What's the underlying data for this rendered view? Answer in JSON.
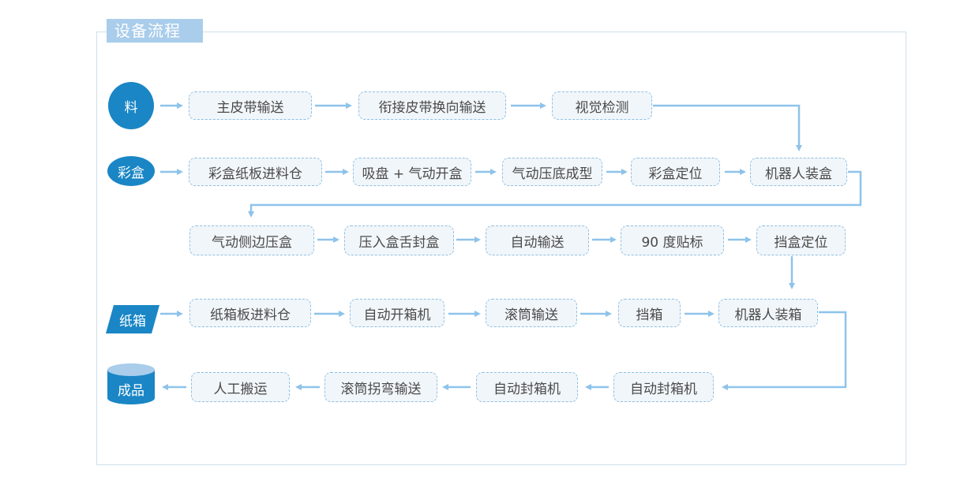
{
  "title": "设备流程",
  "row1": {
    "start": "料",
    "steps": [
      "主皮带输送",
      "衔接皮带换向输送",
      "视觉检测"
    ]
  },
  "row2": {
    "start": "彩盒",
    "steps": [
      "彩盒纸板进料仓",
      "吸盘 + 气动开盒",
      "气动压底成型",
      "彩盒定位",
      "机器人装盒"
    ]
  },
  "row3": {
    "steps": [
      "气动侧边压盒",
      "压入盒舌封盒",
      "自动输送",
      "90 度贴标",
      "挡盒定位"
    ]
  },
  "row4": {
    "start": "纸箱",
    "steps": [
      "纸箱板进料仓",
      "自动开箱机",
      "滚筒输送",
      "挡箱",
      "机器人装箱"
    ]
  },
  "row5": {
    "end": "成品",
    "steps": [
      "人工搬运",
      "滚筒拐弯输送",
      "自动封箱机",
      "自动封箱机"
    ]
  },
  "colors": {
    "accent": "#1a86c5",
    "arrow": "#8ec3ea",
    "node_border": "#8fc0e4",
    "node_fill": "#f1f6fa",
    "title_tab": "#a9cdeb"
  }
}
